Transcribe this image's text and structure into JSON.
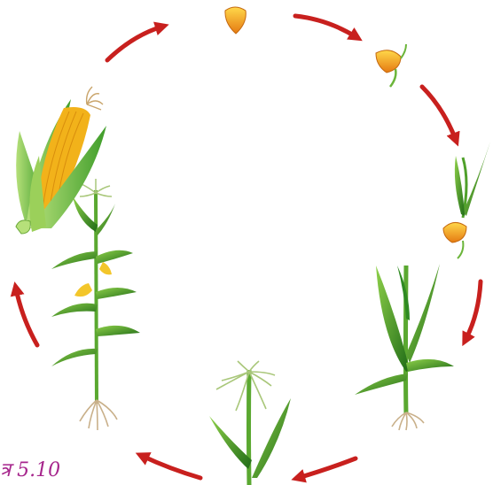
{
  "figure": {
    "caption": "त्र 5.10"
  },
  "stages": [
    {
      "id": "seed",
      "name": "seed-stage"
    },
    {
      "id": "germinating-seed",
      "name": "germinating-seed-stage"
    },
    {
      "id": "seedling",
      "name": "seedling-stage"
    },
    {
      "id": "young-plant",
      "name": "young-plant-stage"
    },
    {
      "id": "tasseling-plant",
      "name": "tasseling-plant-stage"
    },
    {
      "id": "mature-plant",
      "name": "mature-plant-stage"
    },
    {
      "id": "corn-cob",
      "name": "corn-cob-stage"
    }
  ],
  "colors": {
    "arrow": "#c8201e",
    "leaf": "#3f9d2a",
    "leaf_dark": "#1f6b17",
    "kernel": "#f2b21a",
    "kernel_tip": "#e2761b",
    "caption": "#a6258c"
  }
}
